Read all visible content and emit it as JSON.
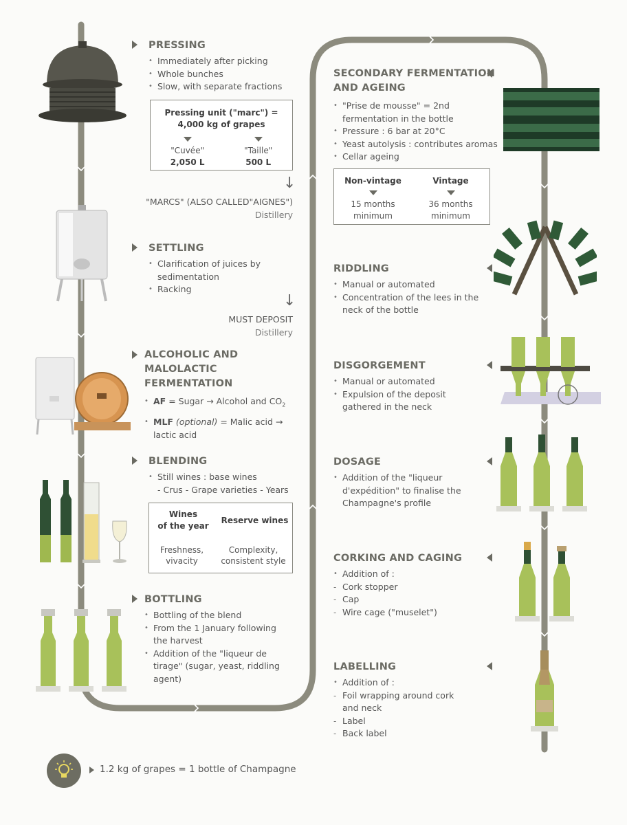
{
  "steps_left": [
    {
      "title": "PRESSING",
      "items": [
        "Immediately after picking",
        "Whole bunches",
        "Slow, with separate fractions"
      ]
    },
    {
      "title": "SETTLING",
      "items": [
        "Clarification of juices by sedimentation",
        "Racking"
      ]
    },
    {
      "title_lines": [
        "ALCOHOLIC AND",
        "MALOLACTIC",
        "FERMENTATION"
      ]
    },
    {
      "title": "BLENDING",
      "items": [
        "Still wines : base wines"
      ],
      "sub_line": "- Crus  - Grape varieties  - Years"
    },
    {
      "title": "BOTTLING",
      "items": [
        "Bottling of the blend",
        "From the 1 January following the harvest",
        "Addition of the \"liqueur de tirage\" (sugar, yeast, riddling agent)"
      ]
    }
  ],
  "fermentation": {
    "af_label": "AF",
    "af_text": " = Sugar → Alcohol and CO",
    "af_sub": "2",
    "mlf_label": "MLF",
    "mlf_optional": " (optional)",
    "mlf_text": " = Malic acid → lactic acid"
  },
  "pressing_box": {
    "title_line1": "Pressing unit (\"marc\") =",
    "title_line2": "4,000 kg of grapes",
    "cuvee_label": "\"Cuvée\"",
    "cuvee_value": "2,050 L",
    "taille_label": "\"Taille\"",
    "taille_value": "500 L"
  },
  "byproducts": [
    {
      "title": "\"MARCS\" (ALSO CALLED\"AIGNES\")",
      "destination": "Distillery"
    },
    {
      "title": "MUST DEPOSIT",
      "destination": "Distillery"
    }
  ],
  "blending_box": {
    "col1_title_line1": "Wines",
    "col1_title_line2": "of the year",
    "col2_title": "Reserve wines",
    "col1_desc_line1": "Freshness,",
    "col1_desc_line2": "vivacity",
    "col2_desc_line1": "Complexity,",
    "col2_desc_line2": "consistent style"
  },
  "steps_right": [
    {
      "title_lines": [
        "SECONDARY FERMENTATION",
        "AND AGEING"
      ],
      "items": [
        "\"Prise de mousse\" = 2nd fermentation in the bottle",
        "Pressure : 6 bar at 20°C",
        "Yeast autolysis : contributes aromas",
        "Cellar ageing"
      ]
    },
    {
      "title": "RIDDLING",
      "items": [
        "Manual or automated",
        "Concentration of the lees in the neck of the bottle"
      ]
    },
    {
      "title": "DISGORGEMENT",
      "items": [
        "Manual or automated",
        "Expulsion of the deposit gathered in the neck"
      ]
    },
    {
      "title": "DOSAGE",
      "items": [
        "Addition of the \"liqueur d'expédition\" to finalise the Champagne's profile"
      ]
    },
    {
      "title": "CORKING AND CAGING",
      "items": [
        "Addition of :"
      ],
      "subs": [
        "Cork stopper",
        "Cap",
        "Wire cage (\"muselet\")"
      ]
    },
    {
      "title": "LABELLING",
      "items": [
        "Addition of :"
      ],
      "subs": [
        "Foil wrapping around cork and neck",
        "Label",
        "Back label"
      ]
    }
  ],
  "ageing_box": {
    "col1_title": "Non-vintage",
    "col2_title": "Vintage",
    "col1_line1": "15 months",
    "col1_line2": "minimum",
    "col2_line1": "36 months",
    "col2_line2": "minimum"
  },
  "footer": {
    "text": "1.2 kg of grapes = 1 bottle of Champagne"
  },
  "colors": {
    "track": "#8c8b7e",
    "bottle_green": "#a8c15a",
    "dark_bottle": "#2f5034",
    "header_gray": "#6b6b64"
  }
}
